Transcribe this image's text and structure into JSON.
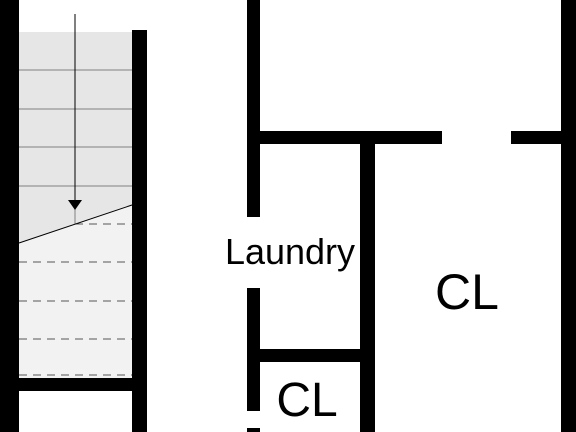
{
  "floor_plan": {
    "rooms": [
      {
        "id": "laundry",
        "label": "Laundry"
      },
      {
        "id": "closet-large",
        "label": "CL"
      },
      {
        "id": "closet-small",
        "label": "CL"
      }
    ],
    "stair": {
      "direction": "down",
      "solid_treads": 5,
      "dashed_treads": 4
    },
    "colors": {
      "wall": "#000000",
      "stair_fill": "#e6e6e6",
      "stair_fill_dashed": "#f2f2f2",
      "background": "#ffffff"
    }
  }
}
